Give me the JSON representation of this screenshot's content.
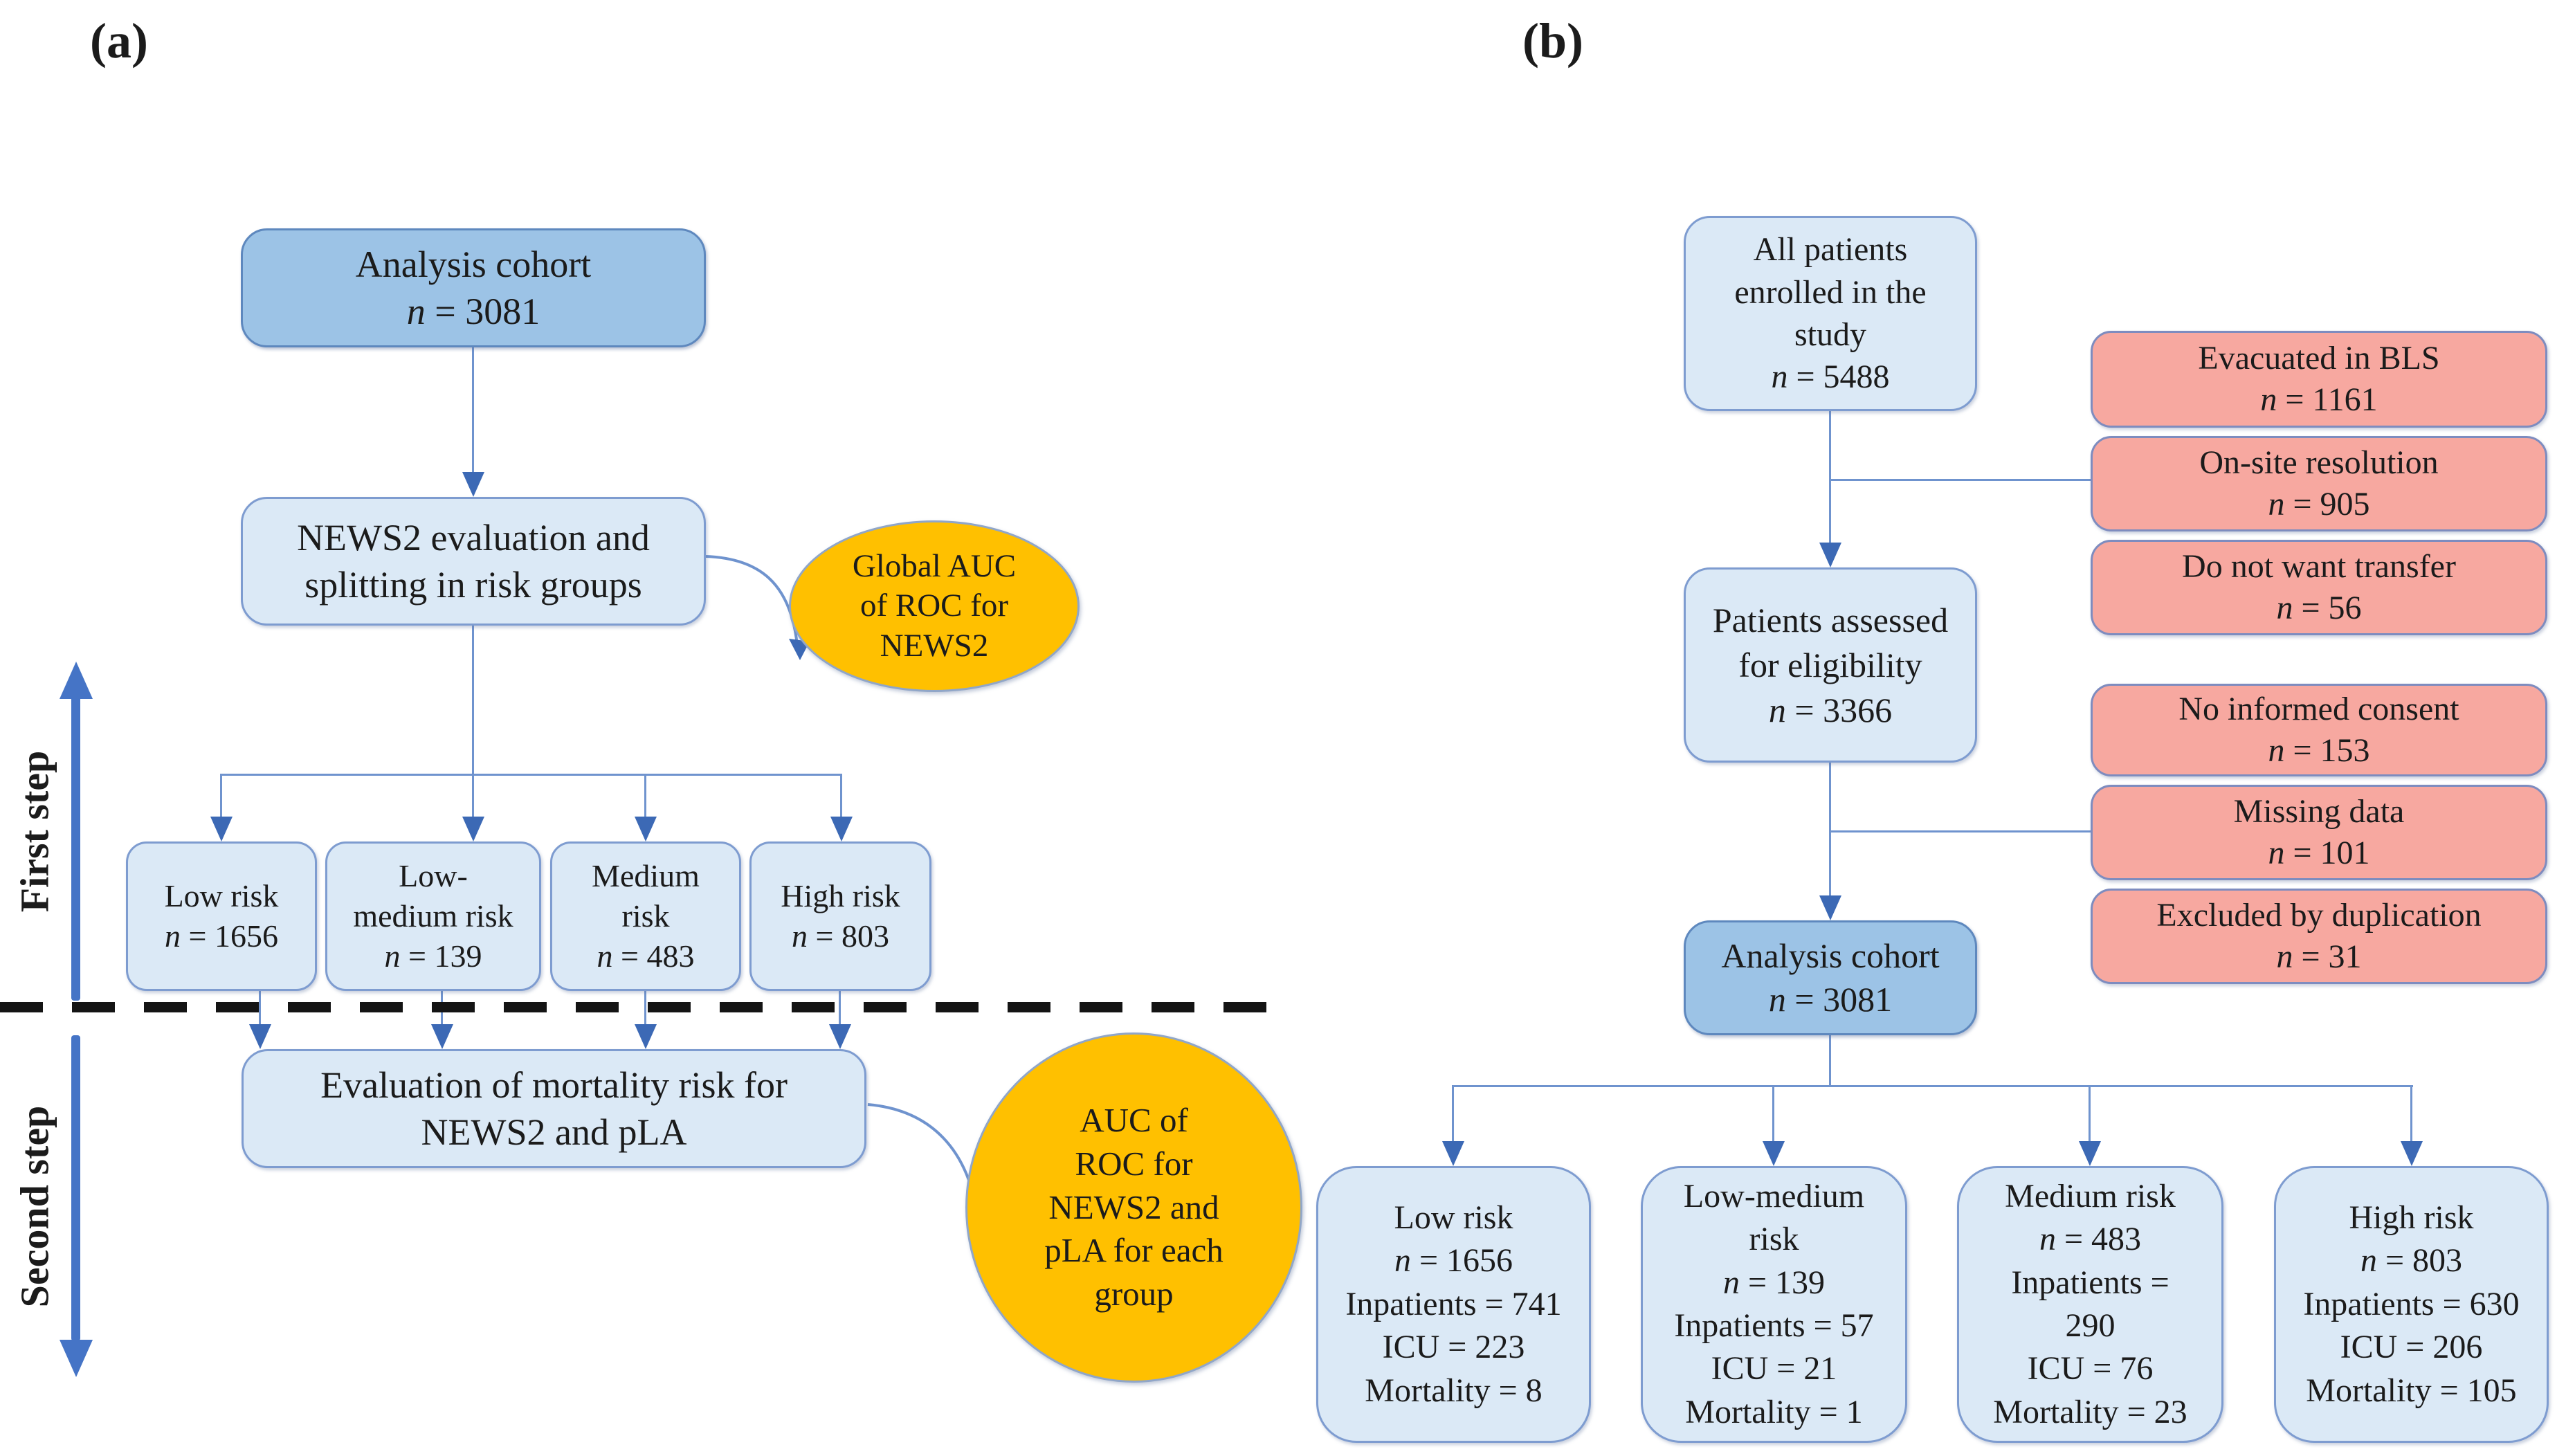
{
  "colors": {
    "box_fill_light_blue": "#DBE9F6",
    "box_fill_medium_blue": "#9CC3E6",
    "box_border_blue": "#7E9CD0",
    "box_border_medium_blue": "#5E88BE",
    "exclusion_fill_pink": "#F7A8A0",
    "exclusion_border": "#7E8CBF",
    "ellipse_fill_orange": "#FFC000",
    "ellipse_border": "#90A6C8",
    "connector_blue": "#6F93CE",
    "arrowhead_blue": "#3C69B5",
    "step_arrow_blue": "#4574C6",
    "divider_black": "#141414",
    "text_black": "#1B1B1B"
  },
  "panel_a": {
    "label": "(a)",
    "step_first": "First step",
    "step_second": "Second step",
    "analysis_cohort": [
      "Analysis cohort",
      "n = 3081"
    ],
    "news2": [
      "NEWS2 evaluation and",
      "splitting in risk groups"
    ],
    "global_auc_ellipse": [
      "Global AUC",
      "of ROC for",
      "NEWS2"
    ],
    "risk_groups": [
      {
        "name": "low-risk",
        "lines": [
          "Low risk",
          "n = 1656"
        ]
      },
      {
        "name": "low-medium-risk",
        "lines": [
          "Low-",
          "medium risk",
          "n = 139"
        ]
      },
      {
        "name": "medium-risk",
        "lines": [
          "Medium",
          "risk",
          "n = 483"
        ]
      },
      {
        "name": "high-risk",
        "lines": [
          "High risk",
          "n = 803"
        ]
      }
    ],
    "evaluation": [
      "Evaluation of mortality risk for",
      "NEWS2 and pLA"
    ],
    "auc_group_ellipse": [
      "AUC of",
      "ROC for",
      "NEWS2 and",
      "pLA for each",
      "group"
    ]
  },
  "panel_b": {
    "label": "(b)",
    "all_patients": [
      "All patients",
      "enrolled in the",
      "study",
      "n = 5488"
    ],
    "assessed": [
      "Patients assessed",
      "for eligibility",
      "n = 3366"
    ],
    "analysis_cohort": [
      "Analysis cohort",
      "n = 3081"
    ],
    "exclusions_first": [
      [
        "Evacuated in BLS",
        "n = 1161"
      ],
      [
        "On-site resolution",
        "n = 905"
      ],
      [
        "Do not want transfer",
        "n = 56"
      ]
    ],
    "exclusions_second": [
      [
        "No informed consent",
        "n = 153"
      ],
      [
        "Missing data",
        "n = 101"
      ],
      [
        "Excluded by duplication",
        "n = 31"
      ]
    ],
    "risk_groups": [
      [
        "Low risk",
        "n = 1656",
        "Inpatients = 741",
        "ICU = 223",
        "Mortality = 8"
      ],
      [
        "Low-medium",
        "risk",
        "n = 139",
        "Inpatients = 57",
        "ICU = 21",
        "Mortality = 1"
      ],
      [
        "Medium risk",
        "n = 483",
        "Inpatients =",
        "290",
        "ICU = 76",
        "Mortality = 23"
      ],
      [
        "High risk",
        "n = 803",
        "Inpatients = 630",
        "ICU = 206",
        "Mortality = 105"
      ]
    ]
  }
}
